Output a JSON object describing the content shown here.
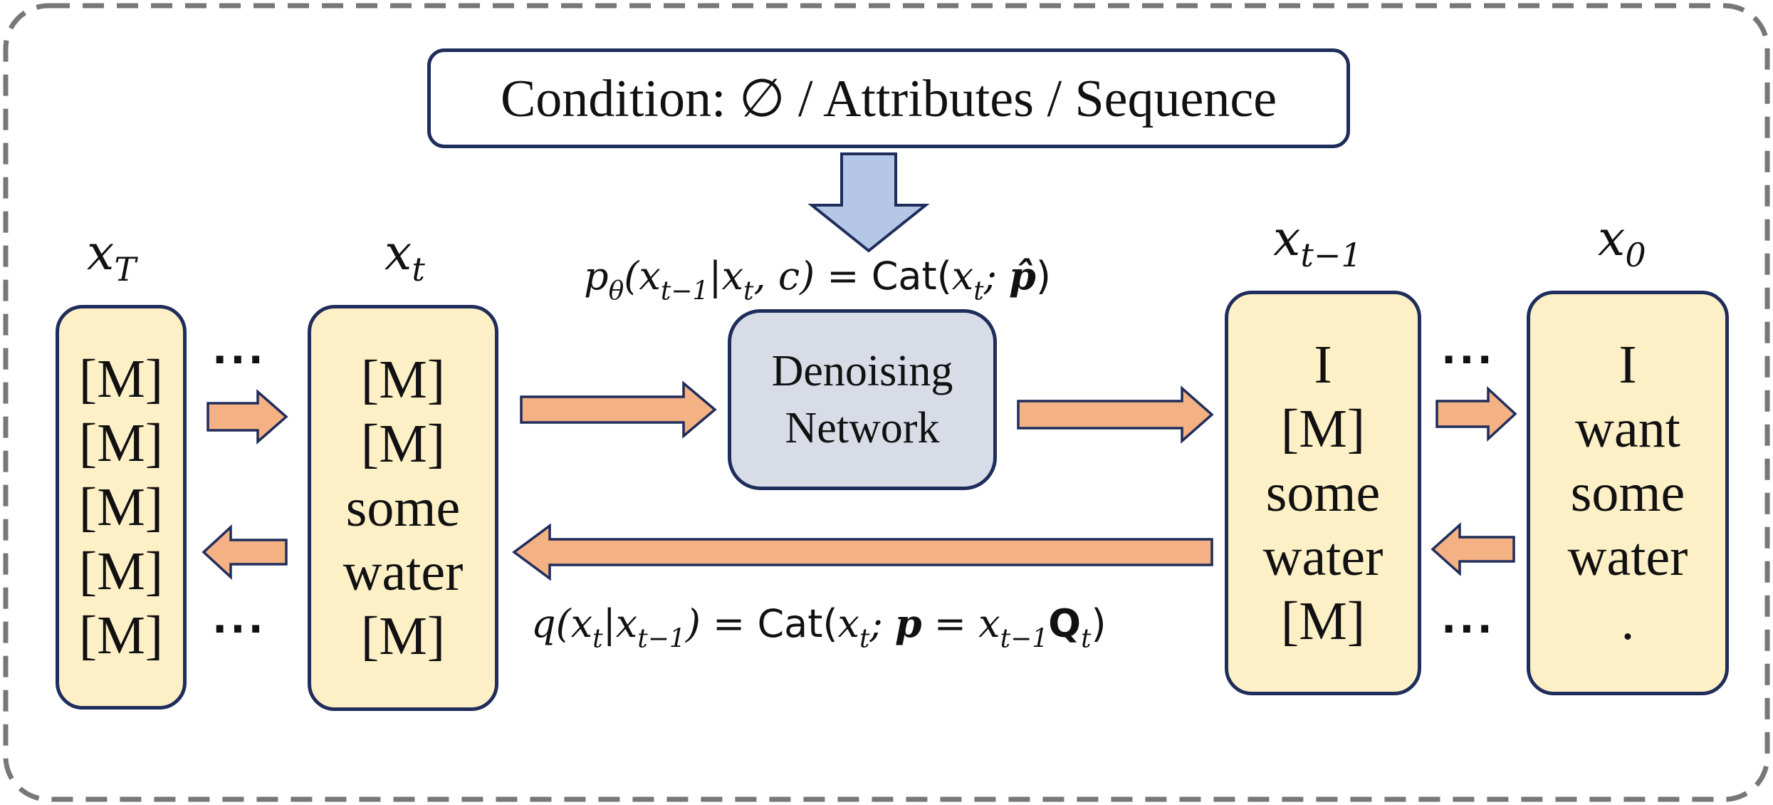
{
  "condition": {
    "text": "Condition: ∅ / Attributes / Sequence"
  },
  "denoiser": {
    "line1": "Denoising",
    "line2": "Network"
  },
  "vars": {
    "xT": {
      "base": "x",
      "sub": "T"
    },
    "xt": {
      "base": "x",
      "sub": "t"
    },
    "xt1": {
      "base": "x",
      "sub": "t−1"
    },
    "x0": {
      "base": "x",
      "sub": "0"
    }
  },
  "sequences": {
    "xT": [
      "[M]",
      "[M]",
      "[M]",
      "[M]",
      "[M]"
    ],
    "xt": [
      "[M]",
      "[M]",
      "some",
      "water",
      "[M]"
    ],
    "xt1": [
      "I",
      "[M]",
      "some",
      "water",
      "[M]"
    ],
    "x0": [
      "I",
      "want",
      "some",
      "water",
      "."
    ]
  },
  "ellipsis": "···",
  "formulas": {
    "reverse": {
      "p": "p",
      "theta": "θ",
      "open": "(",
      "x1": "x",
      "s1": "t−1",
      "bar": "|",
      "x2": "x",
      "s2": "t",
      "rest": ", c) = ",
      "cat": "Cat",
      "open2": "(",
      "x3": "x",
      "s3": "t",
      "semi": "; ",
      "phat": "p̂",
      "close": ")"
    },
    "forward": {
      "q": "q",
      "open": "(",
      "x1": "x",
      "s1": "t",
      "bar": "|",
      "x2": "x",
      "s2": "t−1",
      "eq": ") = ",
      "cat": "Cat",
      "open2": "(",
      "x3": "x",
      "s3": "t",
      "semi": "; ",
      "p": "p",
      "eq2": " = ",
      "x4": "x",
      "s4": "t−1",
      "Q": "Q",
      "sQ": "t",
      "close": ")"
    }
  },
  "colors": {
    "border": "#1f2d5c",
    "sequence_fill": "#fdf0c6",
    "denoiser_fill": "#d7dce6",
    "arrow_fill": "#f4b183",
    "arrow_stroke": "#1f2d5c",
    "condition_arrow_fill": "#b4c7e7",
    "frame": "#777777"
  }
}
